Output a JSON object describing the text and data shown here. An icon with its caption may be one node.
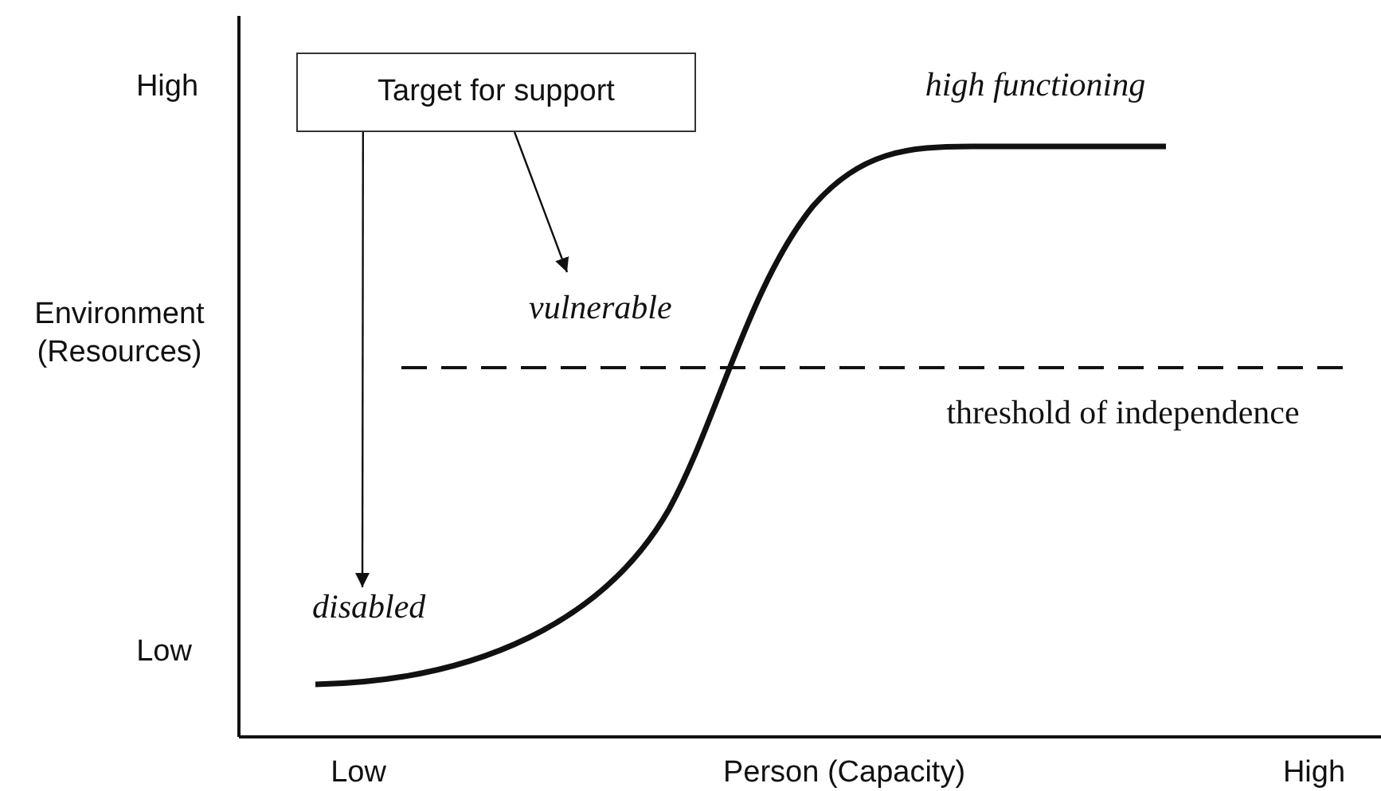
{
  "diagram": {
    "nodes": [
      {
        "text": [
          "Target for support"
        ]
      },
      {
        "text": [
          "vulnerable"
        ]
      },
      {
        "text": [
          "disabled"
        ]
      }
    ],
    "edges": [
      {
        "from": 0,
        "to": 2,
        "arrow": "to"
      },
      {
        "from": 0,
        "to": 1,
        "arrow": "to"
      }
    ],
    "labels": [
      "High",
      "Environment (Resources)",
      "Low",
      "high functioning",
      "threshold of independence",
      "Low",
      "Person (Capacity)",
      "High"
    ]
  }
}
